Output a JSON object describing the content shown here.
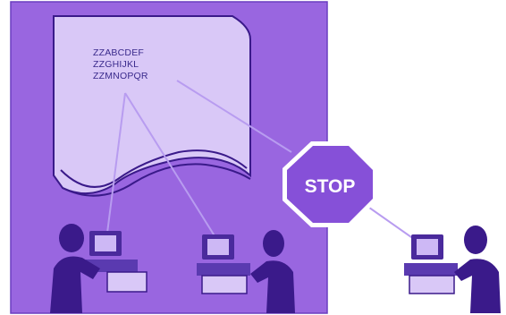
{
  "document": {
    "lines": [
      "ZZABCDEF",
      "ZZGHIJKL",
      "ZZMNOPQR"
    ]
  },
  "stop_sign": {
    "label": "STOP"
  },
  "colors": {
    "panel": "#9966e0",
    "paper": "#d9c8f7",
    "dark": "#3a1a8a",
    "connector": "#8a60d8"
  },
  "icons": [
    "document-icon",
    "stop-sign-icon",
    "person-at-computer-icon"
  ]
}
